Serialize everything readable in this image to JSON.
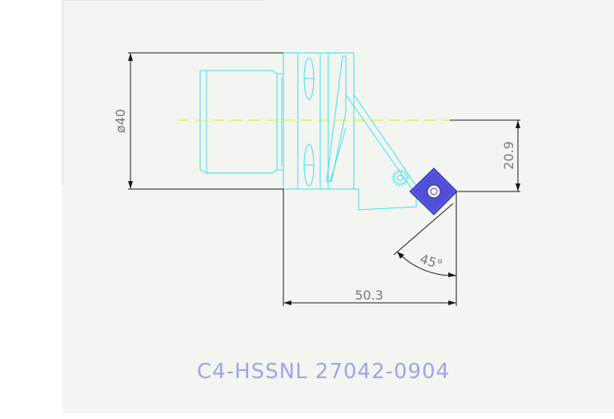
{
  "drawing": {
    "dimensions": {
      "diameter": "ø40",
      "height": "20.9",
      "length": "50.3",
      "angle": "45°"
    },
    "part_number": "C4-HSSNL 27042-0904"
  },
  "colors": {
    "background": "#f2f5f0",
    "dimension_line": "#1a1a1a",
    "dimension_text": "#7a7a7a",
    "body_outline": "#40e0e8",
    "centerline": "#e8e020",
    "insert": "#4f4fd8",
    "title": "#9fa4ec"
  }
}
